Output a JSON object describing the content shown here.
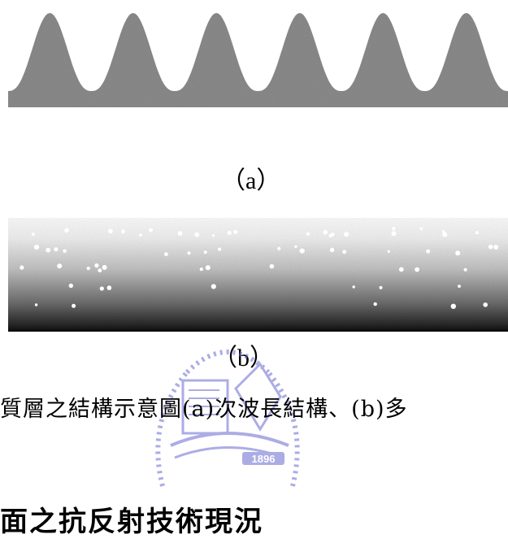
{
  "figure": {
    "panel_a": {
      "label": "（a）",
      "peak_count": 6,
      "fill_color": "#8c8c8c"
    },
    "panel_b": {
      "label": "（b）",
      "gradient_top_color": "#ffffff",
      "gradient_bottom_color": "#141414"
    },
    "caption_text": "質層之結構示意圖(a)次波長結構、(b)多",
    "next_heading": "面之抗反射技術現況"
  },
  "watermark": {
    "description_icon": "nctu-seal-icon",
    "year": "1896",
    "color": "#6a6ad0"
  }
}
